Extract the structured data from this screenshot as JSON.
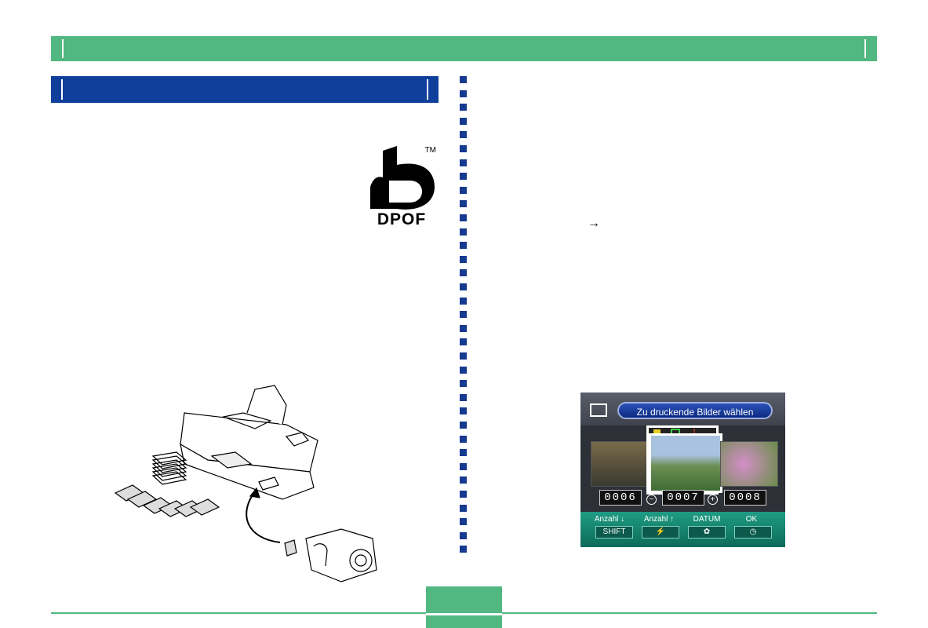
{
  "dpof_logo": {
    "text": "DPOF",
    "trademark": "TM"
  },
  "arrow_symbol": "→",
  "lcd": {
    "title": "Zu druckende Bilder wählen",
    "print_count": "1",
    "frame_numbers": [
      "0006",
      "0007",
      "0008"
    ],
    "keys": [
      {
        "label": "Anzahl ↓",
        "button": "SHIFT"
      },
      {
        "label": "Anzahl ↑",
        "button": "⚡"
      },
      {
        "label": "DATUM",
        "button": "✿"
      },
      {
        "label": "OK",
        "button": "◷"
      }
    ]
  },
  "colors": {
    "header_green": "#52b882",
    "section_blue": "#0f3f9a",
    "dot_blue": "#163a8f"
  }
}
